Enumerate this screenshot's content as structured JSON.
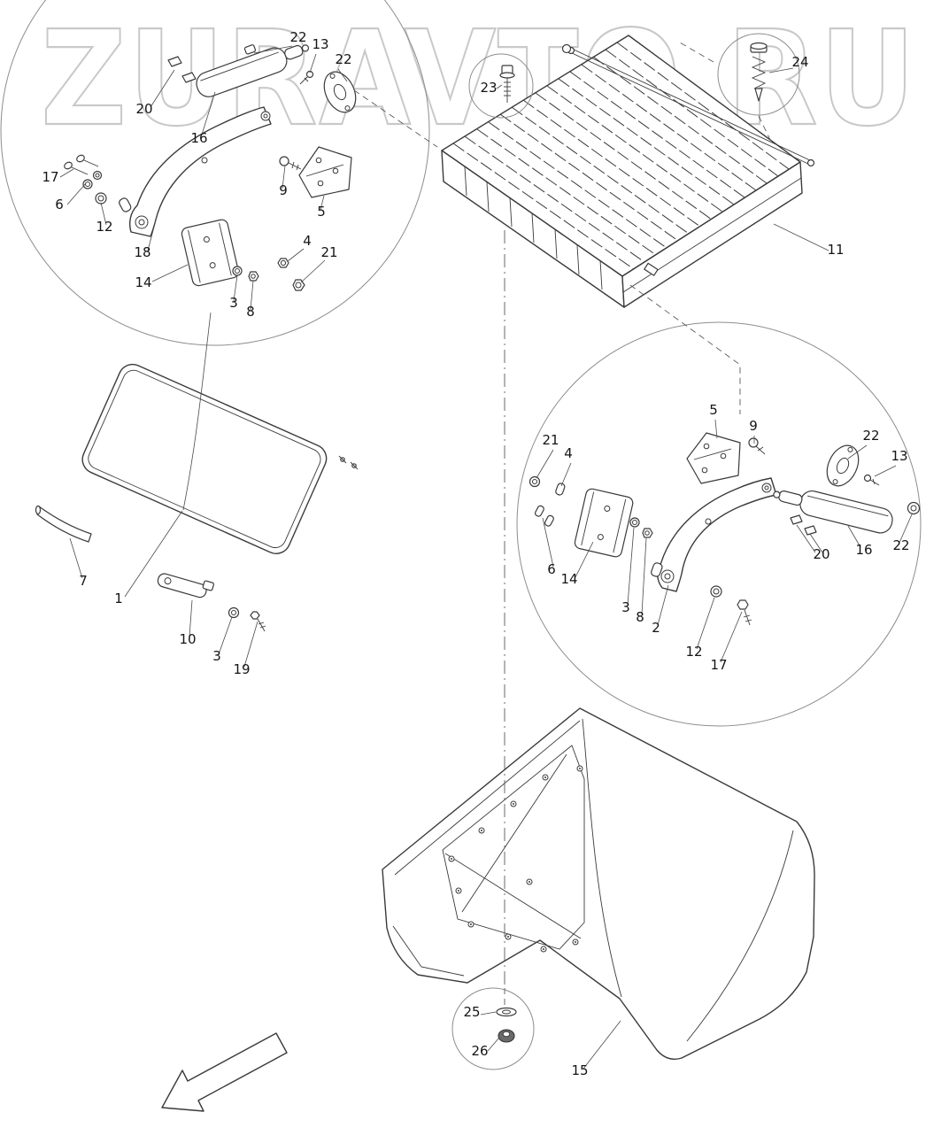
{
  "watermark": "ZURAVTO.RU",
  "colors": {
    "background": "#ffffff",
    "line": "#3a3a3a",
    "watermark_outline": "#c9c9c9"
  },
  "callouts": [
    "22",
    "13",
    "22",
    "20",
    "16",
    "17",
    "6",
    "12",
    "9",
    "5",
    "18",
    "14",
    "4",
    "21",
    "3",
    "8",
    "23",
    "24",
    "11",
    "7",
    "1",
    "10",
    "3",
    "19",
    "21",
    "4",
    "5",
    "9",
    "22",
    "13",
    "6",
    "14",
    "3",
    "8",
    "2",
    "20",
    "16",
    "22",
    "12",
    "17",
    "25",
    "26",
    "15"
  ]
}
